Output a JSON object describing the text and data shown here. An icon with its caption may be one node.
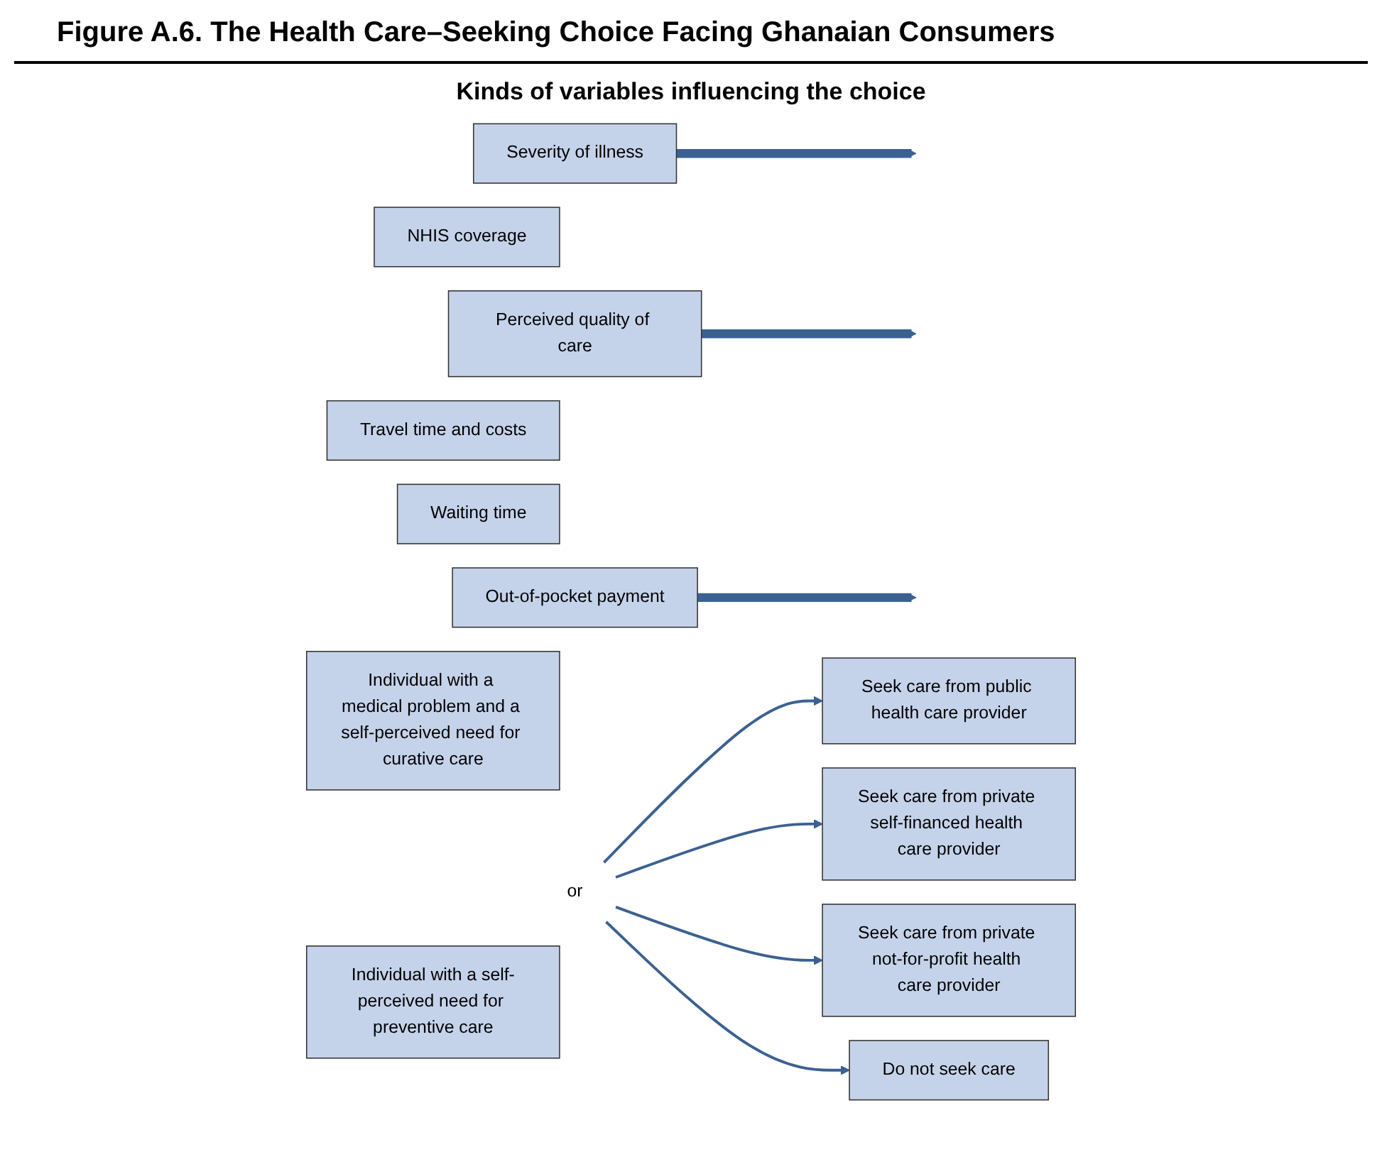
{
  "diagram": {
    "title": "Figure A.6. The Health Care–Seeking Choice Facing Ghanaian Consumers",
    "nodes": [
      {
        "text": [
          "Severity of illness"
        ]
      },
      {
        "text": [
          "NHIS coverage"
        ]
      },
      {
        "text": [
          "Perceived quality of care"
        ]
      },
      {
        "text": [
          "Travel time and costs"
        ]
      },
      {
        "text": [
          "Waiting time"
        ]
      },
      {
        "text": [
          "Out-of-pocket payment"
        ]
      },
      {
        "text": [
          "Individual with a medical problem and a self-perceived need for curative care"
        ]
      },
      {
        "text": [
          "or"
        ]
      },
      {
        "text": [
          "Individual with a self-perceived need for preventive care"
        ]
      },
      {
        "text": [
          "Seek care from public health care provider"
        ]
      },
      {
        "text": [
          "Seek care from private self-financed health care provider"
        ]
      },
      {
        "text": [
          "Seek care from private not-for-profit health care provider"
        ]
      },
      {
        "text": [
          "Do not seek care"
        ]
      }
    ],
    "edges": [
      {
        "from": 0,
        "to": null,
        "arrow": "to",
        "style": "thick"
      },
      {
        "from": 2,
        "to": null,
        "arrow": "to",
        "style": "thick"
      },
      {
        "from": 5,
        "to": null,
        "arrow": "to",
        "style": "thick"
      },
      {
        "from": 7,
        "to": 9,
        "arrow": "to"
      },
      {
        "from": 7,
        "to": 10,
        "arrow": "to"
      },
      {
        "from": 7,
        "to": 11,
        "arrow": "to"
      },
      {
        "from": 7,
        "to": 12,
        "arrow": "to"
      }
    ],
    "labels": [
      "Kinds of variables influencing the choice"
    ]
  }
}
